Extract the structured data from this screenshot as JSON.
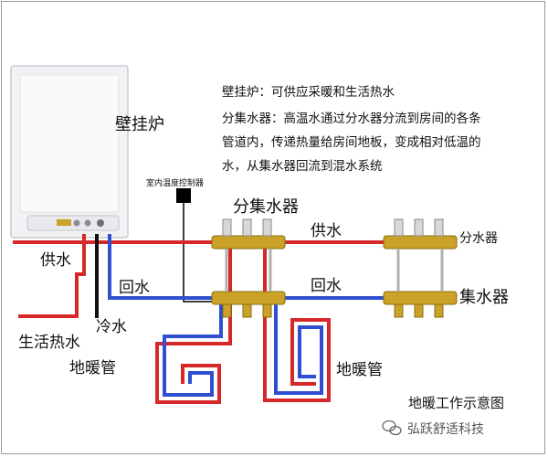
{
  "title": "地暖工作示意图",
  "labels": {
    "boiler": "壁挂炉",
    "manifold": "分集水器",
    "thermostat": "室内温度控制器",
    "supply_left": "供水",
    "return_left": "回水",
    "supply_mid": "供水",
    "return_mid": "回水",
    "distributor": "分水器",
    "collector": "集水器",
    "hot_water": "生活热水",
    "cold_water": "冷水",
    "floor_pipe_left": "地暖管",
    "floor_pipe_right": "地暖管"
  },
  "description": {
    "boiler_line": "壁挂炉：可供应采暖和生活热水",
    "manifold_line1": "分集水器：高温水通过分水器分流到房间的各条",
    "manifold_line2": "管道内，传递热量给房间地板，变成相对低温的",
    "manifold_line3": "水，从集水器回流到混水系统"
  },
  "watermark": "弘跃舒适科技",
  "colors": {
    "supply": "#d62828",
    "return": "#2e4fd0",
    "cold": "#111111",
    "brass": "#c9a227"
  }
}
